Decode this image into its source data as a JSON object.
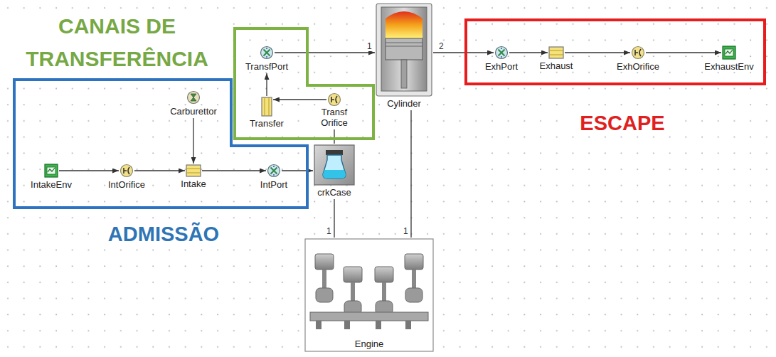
{
  "diagram": {
    "nodes": [
      {
        "text": [
          "CANAIS DE TRANSFERÊNCIA"
        ]
      },
      {
        "text": [
          "TransfPort"
        ],
        "in": 0
      },
      {
        "text": [
          "Transfer"
        ],
        "in": 0
      },
      {
        "text": [
          "Transf Orifice"
        ],
        "in": 0
      },
      {
        "text": [
          "Cylinder"
        ]
      },
      {
        "text": [
          "ESCAPE"
        ]
      },
      {
        "text": [
          "ExhPort"
        ],
        "in": 5
      },
      {
        "text": [
          "Exhaust"
        ],
        "in": 5
      },
      {
        "text": [
          "ExhOrifice"
        ],
        "in": 5
      },
      {
        "text": [
          "ExhaustEnv"
        ],
        "in": 5
      },
      {
        "text": [
          "ADMISSÃO"
        ]
      },
      {
        "text": [
          "Carburettor"
        ],
        "in": 10
      },
      {
        "text": [
          "IntakeEnv"
        ],
        "in": 10
      },
      {
        "text": [
          "IntOrifice"
        ],
        "in": 10
      },
      {
        "text": [
          "Intake"
        ],
        "in": 10
      },
      {
        "text": [
          "IntPort"
        ],
        "in": 10
      },
      {
        "text": [
          "crkCase"
        ]
      },
      {
        "text": [
          "Engine"
        ]
      }
    ],
    "edges": [
      {
        "from": 12,
        "to": 13,
        "arrow": "to"
      },
      {
        "from": 13,
        "to": 14,
        "arrow": "to"
      },
      {
        "from": 14,
        "to": 15,
        "arrow": "to"
      },
      {
        "from": 15,
        "to": 16,
        "arrow": "to"
      },
      {
        "from": 11,
        "to": 14,
        "arrow": "to"
      },
      {
        "from": 16,
        "to": 3,
        "arrow": "none"
      },
      {
        "from": 3,
        "to": 2,
        "arrow": "to"
      },
      {
        "from": 2,
        "to": 1,
        "arrow": "to"
      },
      {
        "from": 1,
        "to": 4,
        "arrow": "to"
      },
      {
        "from": 4,
        "to": 6,
        "arrow": "to"
      },
      {
        "from": 6,
        "to": 7,
        "arrow": "to"
      },
      {
        "from": 7,
        "to": 8,
        "arrow": "to"
      },
      {
        "from": 8,
        "to": 9,
        "arrow": "to"
      },
      {
        "from": 16,
        "to": 17,
        "arrow": "none"
      },
      {
        "from": 4,
        "to": 17,
        "arrow": "none"
      }
    ],
    "labels": [
      "1",
      "2",
      "1",
      "1"
    ]
  }
}
